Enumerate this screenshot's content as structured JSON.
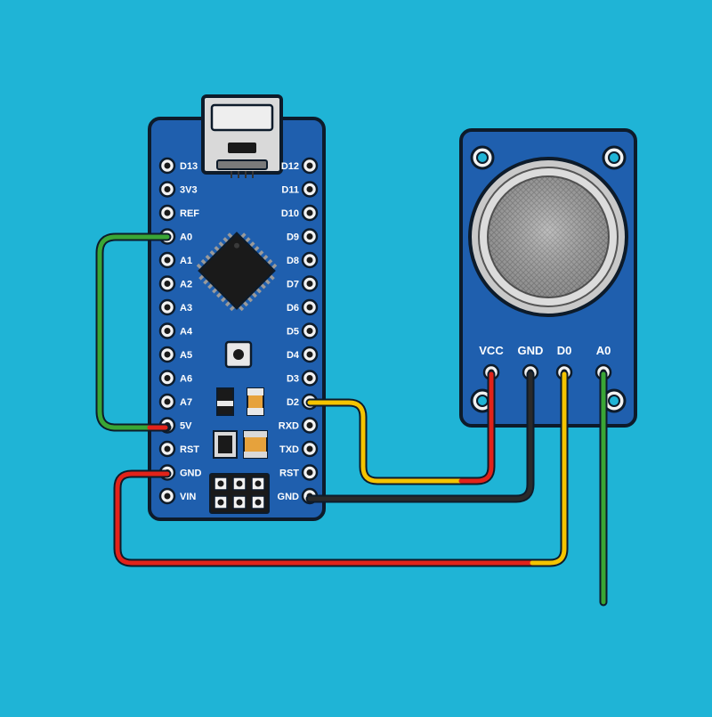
{
  "colors": {
    "background": "#1fb4d6",
    "board": "#1f5fae",
    "outline": "#0d1b2a",
    "wire_green": "#3aa635",
    "wire_red": "#e2231a",
    "wire_yellow": "#f5c400",
    "wire_black": "#1a1a1a"
  },
  "arduino": {
    "left_pins": [
      "D13",
      "3V3",
      "REF",
      "A0",
      "A1",
      "A2",
      "A3",
      "A4",
      "A5",
      "A6",
      "A7",
      "5V",
      "RST",
      "GND",
      "VIN"
    ],
    "right_pins": [
      "D12",
      "D11",
      "D10",
      "D9",
      "D8",
      "D7",
      "D6",
      "D5",
      "D4",
      "D3",
      "D2",
      "RXD",
      "TXD",
      "RST",
      "GND"
    ]
  },
  "sensor": {
    "pins": [
      "VCC",
      "GND",
      "D0",
      "A0"
    ]
  },
  "wires": [
    {
      "color": "green",
      "from": "arduino.A0",
      "to": "arduino.5V"
    },
    {
      "color": "red",
      "from": "arduino.GND",
      "to": "sensor.D0"
    },
    {
      "color": "yellow",
      "from": "arduino.D2",
      "to": "sensor.VCC"
    },
    {
      "color": "black",
      "from": "arduino.GND",
      "to": "sensor.GND"
    },
    {
      "color": "green",
      "from": "sensor.A0",
      "to": "open end"
    }
  ],
  "icons": [
    "usb-mini-connector-icon",
    "microcontroller-chip-icon",
    "reset-button-icon",
    "sensor-mesh-icon"
  ]
}
